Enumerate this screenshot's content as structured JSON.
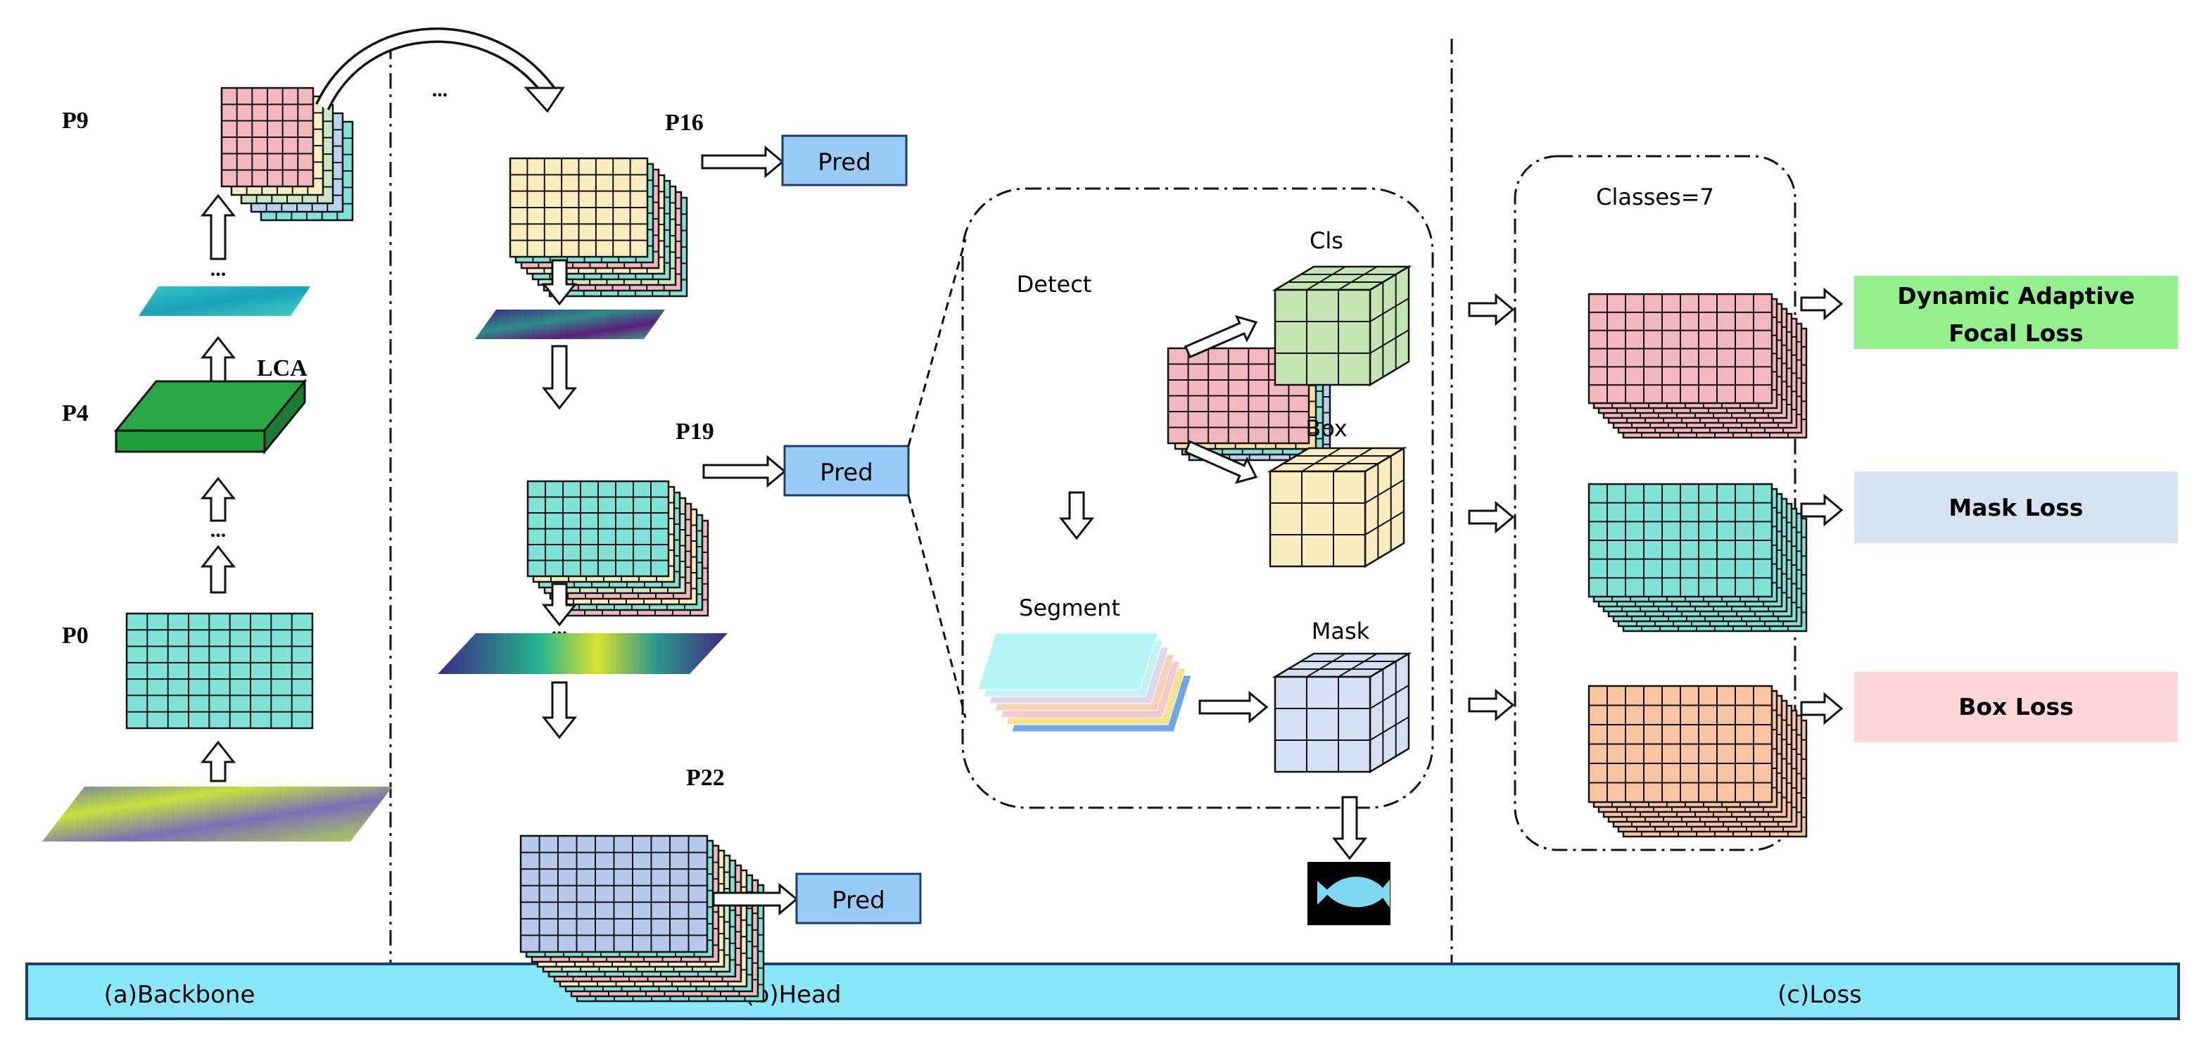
{
  "backbone": {
    "p9": "P9",
    "p4": "P4",
    "p0": "P0",
    "lca": "LCA",
    "dots": "..."
  },
  "head": {
    "p16": "P16",
    "p19": "P19",
    "p22": "P22",
    "pred": "Pred",
    "dots": "...",
    "detail": {
      "detect": "Detect",
      "segment": "Segment",
      "cls": "Cls",
      "box": "Box",
      "mask": "Mask"
    }
  },
  "loss": {
    "classes": "Classes=7",
    "dynamic_line1": "Dynamic Adaptive",
    "dynamic_line2": "Focal Loss",
    "mask_loss": "Mask Loss",
    "box_loss": "Box Loss"
  },
  "sections": {
    "backbone": "(a)Backbone",
    "head": "(b)Head",
    "loss": "(c)Loss"
  },
  "colors": {
    "teal": "#7fe3d8",
    "pink": "#f2b8bd",
    "yellow": "#fcedc0",
    "orange": "#f9c4a1",
    "periwinkle": "#b6c8ec",
    "green_map": "#1f9e3a",
    "pred_box": "#99ccf5",
    "bar": "#88e7fb",
    "green_cube": "#c3e5b1",
    "yellow_cube": "#fcedc0",
    "blue_cube": "#d5e0f5",
    "loss_green": "#93f28b",
    "loss_blue": "#d6e3f4",
    "loss_pink": "#fcd6d8"
  },
  "icons": {
    "fish": "fish-mask-icon"
  }
}
